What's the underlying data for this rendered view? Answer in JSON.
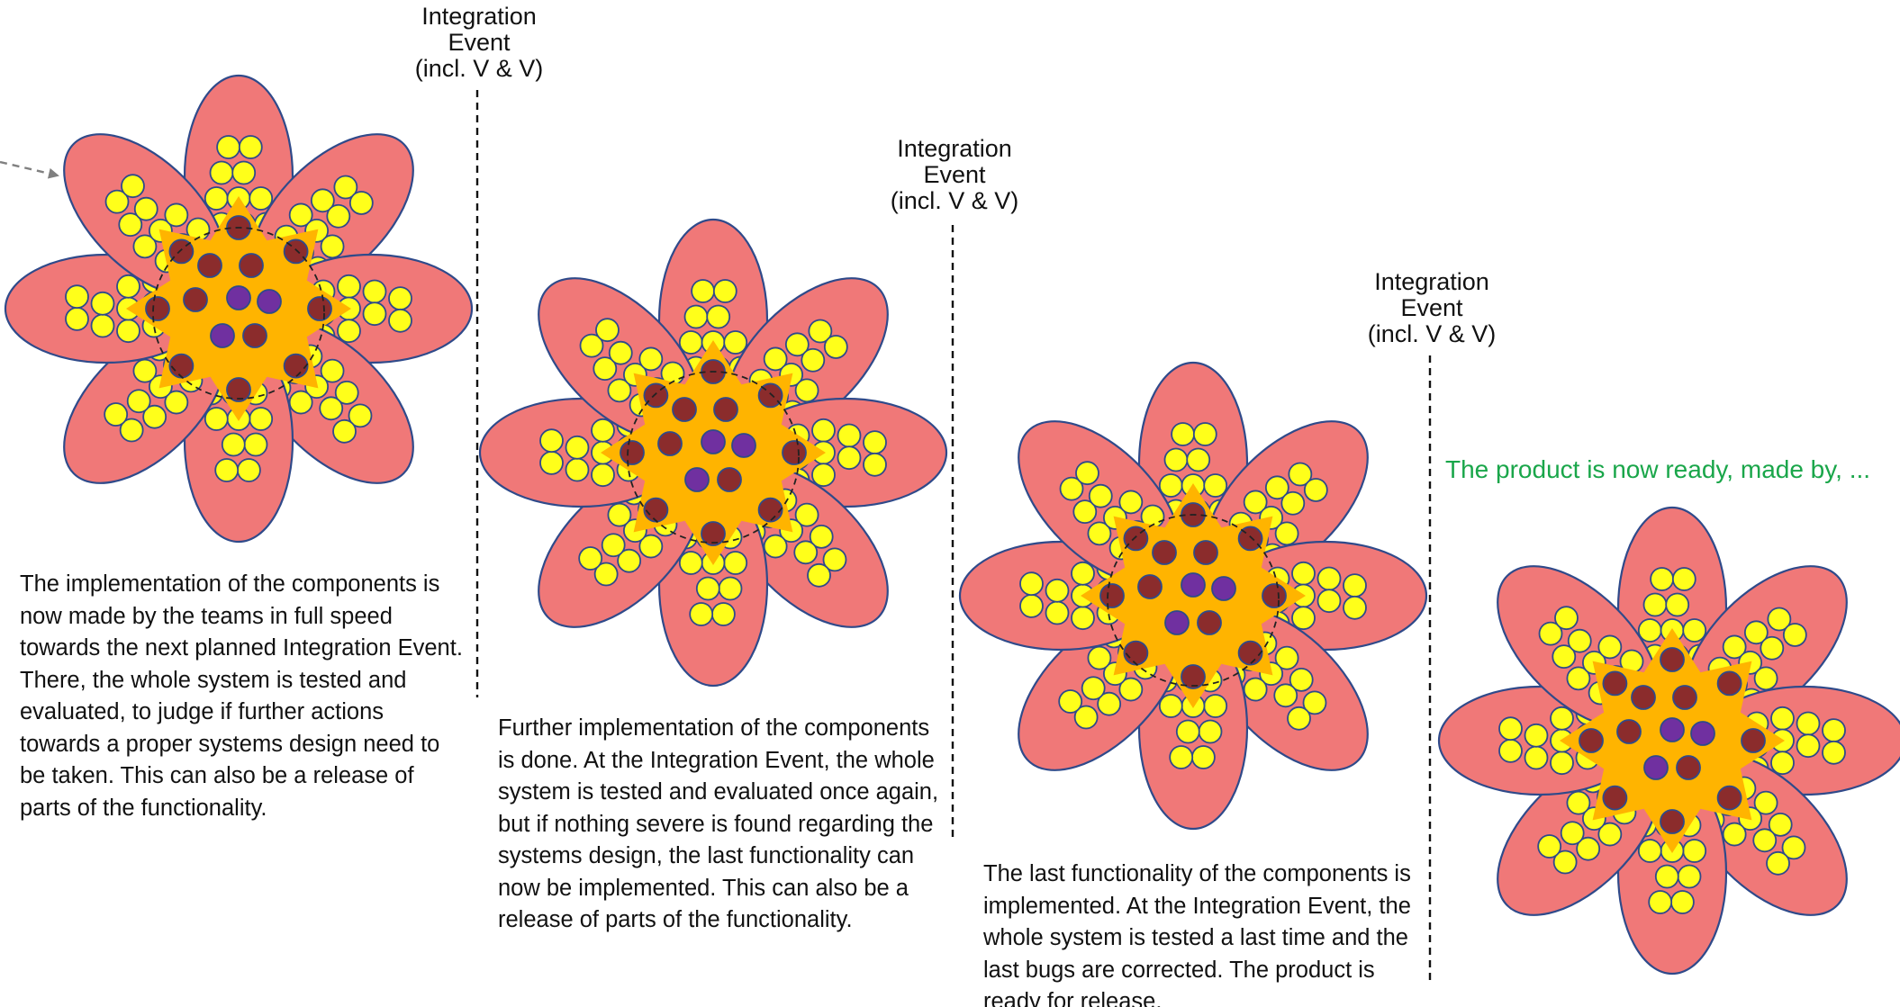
{
  "integration_event": {
    "line1": "Integration",
    "line2": "Event",
    "line3": "(incl. V & V)"
  },
  "captions": {
    "stage1": "The implementation of the components is now made by the teams in full speed towards the next planned Integration Event. There, the whole system is tested and evaluated, to judge if further actions towards a proper systems design need to be taken. This can also be a release of parts of the functionality.",
    "stage2": "Further implementation of the components is done. At the Integration Event, the whole system is tested and evaluated once again, but if nothing severe is found regarding the systems design, the last functionality can now be implemented. This can also be a release of parts of the functionality.",
    "stage3": "The last functionality of the components is implemented. At the Integration Event, the whole system is tested a last time and the last bugs are corrected. The product is ready for release."
  },
  "ready_text": "The product is now ready, made by, ...",
  "colors": {
    "petal_fill": "#f07878",
    "petal_stroke": "#2f4a8a",
    "core_fill": "#ffb400",
    "component_fill": "#ffff1a",
    "subsystem_fill": "#8b2c2c",
    "system_fill": "#7030a0",
    "ready_text": "#1aa64a",
    "arrow": "#808080"
  },
  "flowers": [
    {
      "name": "flower-stage-1",
      "dashed_circle": true
    },
    {
      "name": "flower-stage-2",
      "dashed_circle": true
    },
    {
      "name": "flower-stage-3",
      "dashed_circle": true
    },
    {
      "name": "flower-final",
      "dashed_circle": false
    }
  ]
}
